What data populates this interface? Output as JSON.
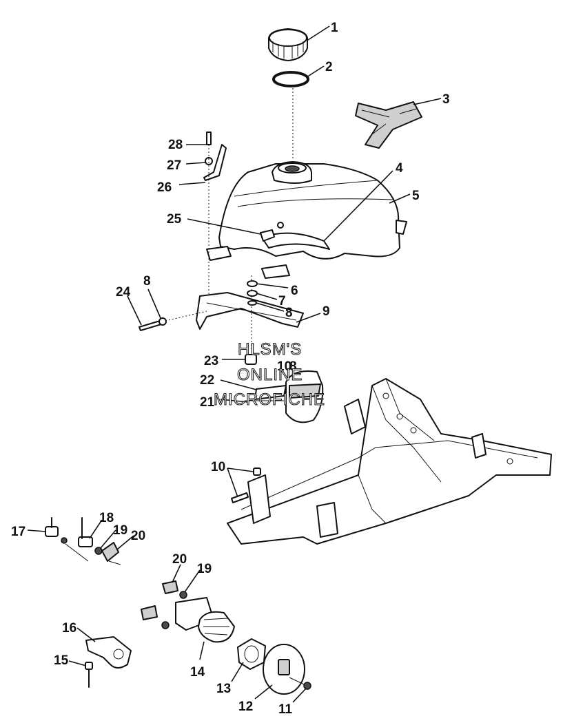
{
  "diagram": {
    "watermark": [
      "HLSM'S",
      "ONLINE",
      "MICROFICHE"
    ],
    "callouts": [
      "1",
      "2",
      "3",
      "4",
      "5",
      "6",
      "7",
      "8",
      "8",
      "8",
      "9",
      "10",
      "10",
      "11",
      "12",
      "13",
      "14",
      "15",
      "16",
      "17",
      "18",
      "19",
      "19",
      "20",
      "20",
      "21",
      "22",
      "23",
      "24",
      "25",
      "26",
      "27",
      "28"
    ]
  }
}
